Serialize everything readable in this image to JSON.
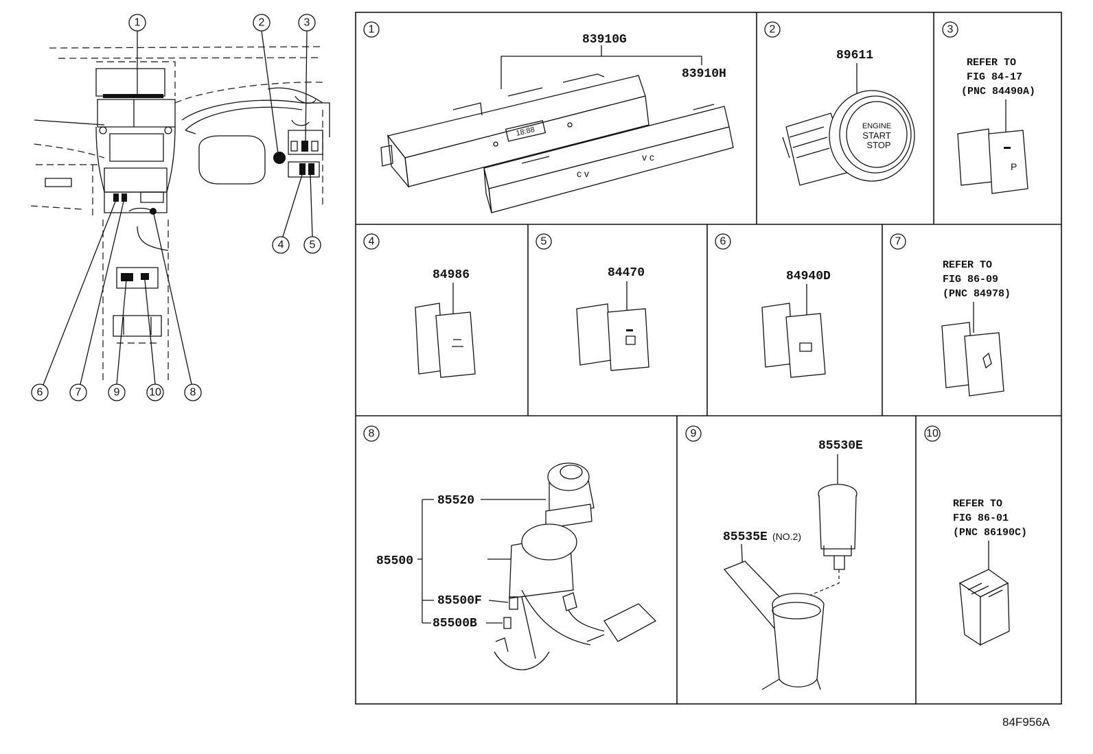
{
  "callouts": [
    "1",
    "2",
    "3",
    "4",
    "5",
    "6",
    "7",
    "8",
    "9",
    "10"
  ],
  "panels": {
    "p1": {
      "num": "1",
      "part_a": "83910G",
      "part_b": "83910H",
      "display": "18:88"
    },
    "p2": {
      "num": "2",
      "part": "89611",
      "button_l1": "ENGINE",
      "button_l2": "START",
      "button_l3": "STOP"
    },
    "p3": {
      "num": "3",
      "ref_l1": "REFER TO",
      "ref_l2": "FIG 84-17",
      "ref_l3": "(PNC 84490A)"
    },
    "p4": {
      "num": "4",
      "part": "84986"
    },
    "p5": {
      "num": "5",
      "part": "84470"
    },
    "p6": {
      "num": "6",
      "part": "84940D"
    },
    "p7": {
      "num": "7",
      "ref_l1": "REFER TO",
      "ref_l2": "FIG 86-09",
      "ref_l3": "(PNC 84978)"
    },
    "p8": {
      "num": "8",
      "part_a": "85520",
      "part_b": "85500",
      "part_c": "85500F",
      "part_d": "85500B"
    },
    "p9": {
      "num": "9",
      "part_a": "85530E",
      "part_b": "85535E",
      "part_b_note": "(NO.2)"
    },
    "p10": {
      "num": "10",
      "ref_l1": "REFER TO",
      "ref_l2": "FIG 86-01",
      "ref_l3": "(PNC 86190C)"
    }
  },
  "figure_id": "84F956A"
}
